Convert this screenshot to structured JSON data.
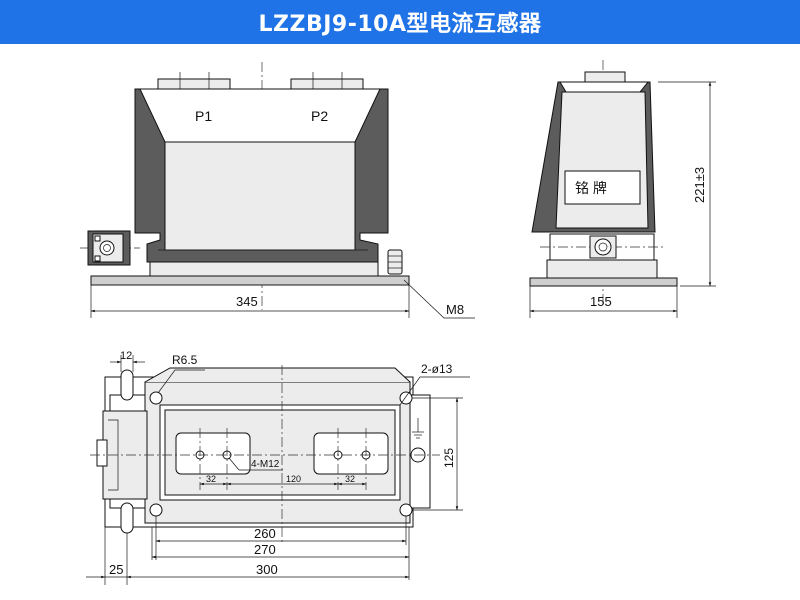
{
  "title": "LZZBJ9-10A型电流互感器",
  "front_view": {
    "terminal_p1": "P1",
    "terminal_p2": "P2",
    "width_dim": "345",
    "bolt_label": "M8"
  },
  "side_view": {
    "nameplate": "铭  牌",
    "height_dim": "221±3",
    "width_dim": "155"
  },
  "top_view": {
    "dim_12": "12",
    "radius": "R6.5",
    "holes": "2-ø13",
    "thread": "4-M12",
    "dim_125": "125",
    "dim_32_left": "32",
    "dim_120": "120",
    "dim_32_right": "32",
    "dim_260": "260",
    "dim_270": "270",
    "dim_300": "300",
    "dim_25": "25"
  },
  "colors": {
    "title_bar": "#1f73e6",
    "title_text": "#ffffff",
    "body_dark": "#5c5c5c",
    "body_light": "#ececec"
  }
}
